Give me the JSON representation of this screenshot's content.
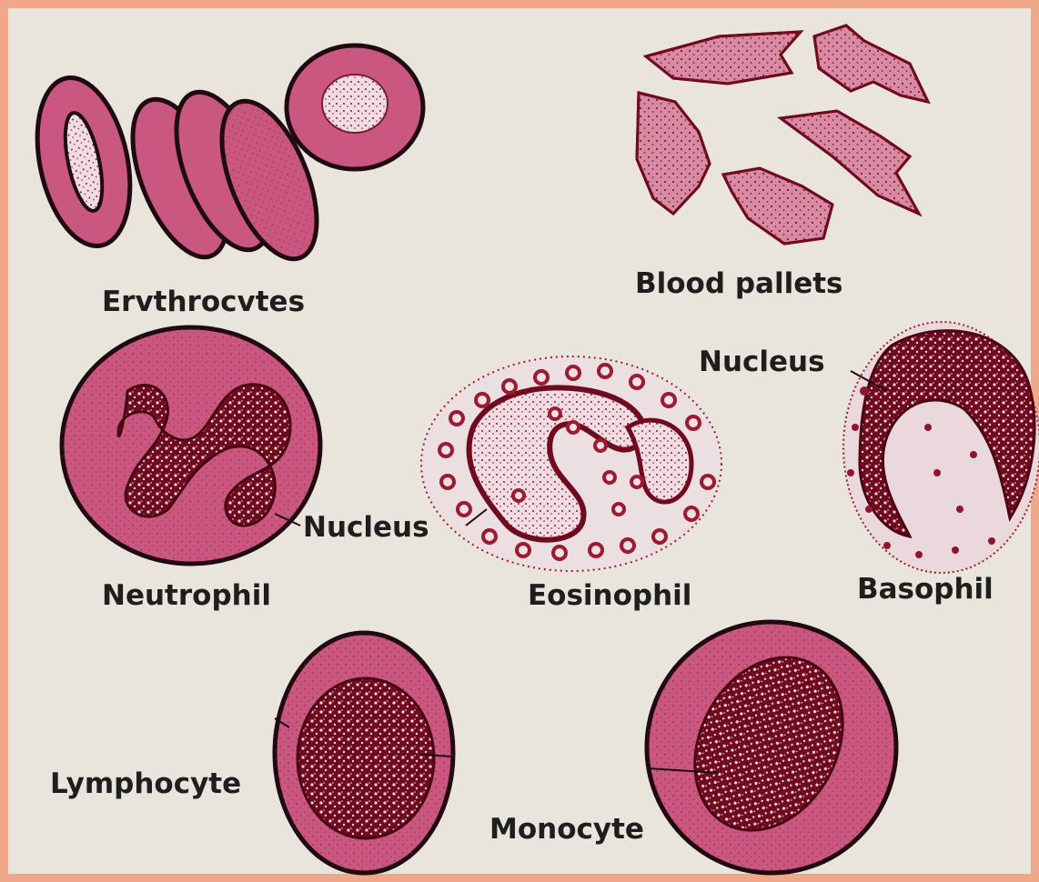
{
  "labels": {
    "erythrocytes": "Ervthrocvtes",
    "blood_pallets": "Blood pallets",
    "neutrophil": "Neutrophil",
    "neutrophil_nucleus": "Nucleus",
    "eosinophil": "Eosinophil",
    "basophil_nucleus": "Nucleus",
    "basophil": "Basophil",
    "lymphocyte": "Lymphocyte",
    "monocyte": "Monocyte"
  },
  "colors": {
    "border": "#efa98a",
    "background": "#e9e5dd",
    "cell_pink": "#c9577f",
    "cell_light": "#d78aa4",
    "cell_dark": "#6f0a1f",
    "granule": "#9b1b30",
    "text": "#1e1e1e"
  }
}
